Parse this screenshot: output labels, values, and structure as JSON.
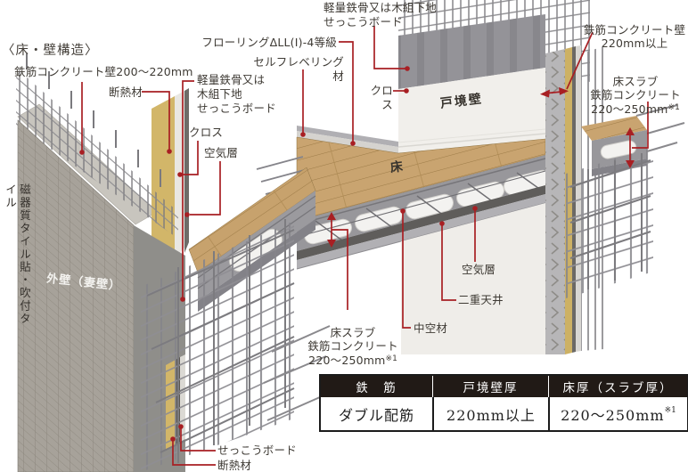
{
  "title": "〈床・壁構造〉",
  "colors": {
    "accent": "#a81f23",
    "text": "#3e3a34",
    "tile_wall": "#a7a29a",
    "insulation_yellow": "#d2b669",
    "wood_floor": "#c7a26d",
    "concrete": "#98979b",
    "table_header_bg": "#211a16"
  },
  "labels": {
    "rc_wall_left": "鉄筋コンクリート壁200〜220mm",
    "insulation": "断熱材",
    "lightweight_base_left": "軽量鉄骨又は\n木組下地\nせっこうボード",
    "flooring_grade": "フローリングΔLL(Ⅰ)-4等級",
    "self_leveling": "セルフレベリング材",
    "lightweight_base_top": "軽量鉄骨又は木組下地\nせっこうボード",
    "cloth": "クロス",
    "party_wall": "戸境壁",
    "floor": "床",
    "rc_wall_right": "鉄筋コンクリート壁\n220mm以上",
    "floor_slab": "床スラブ\n鉄筋コンクリート",
    "floor_slab_value": "220〜250mm",
    "note_ref": "※1",
    "air_layer": "空気層",
    "tile_finish_vertical": "磁器質タイル貼・吹付タイル",
    "outer_wall": "外壁（妻壁）",
    "hollow_core": "中空材",
    "double_ceiling": "二重天井",
    "gypsum_board": "せっこうボード"
  },
  "table": {
    "headers": [
      "鉄　筋",
      "戸境壁厚",
      "床厚（スラブ厚）"
    ],
    "values": [
      "ダブル配筋",
      "220mm以上",
      "220〜250mm"
    ],
    "value_note": "※1"
  }
}
